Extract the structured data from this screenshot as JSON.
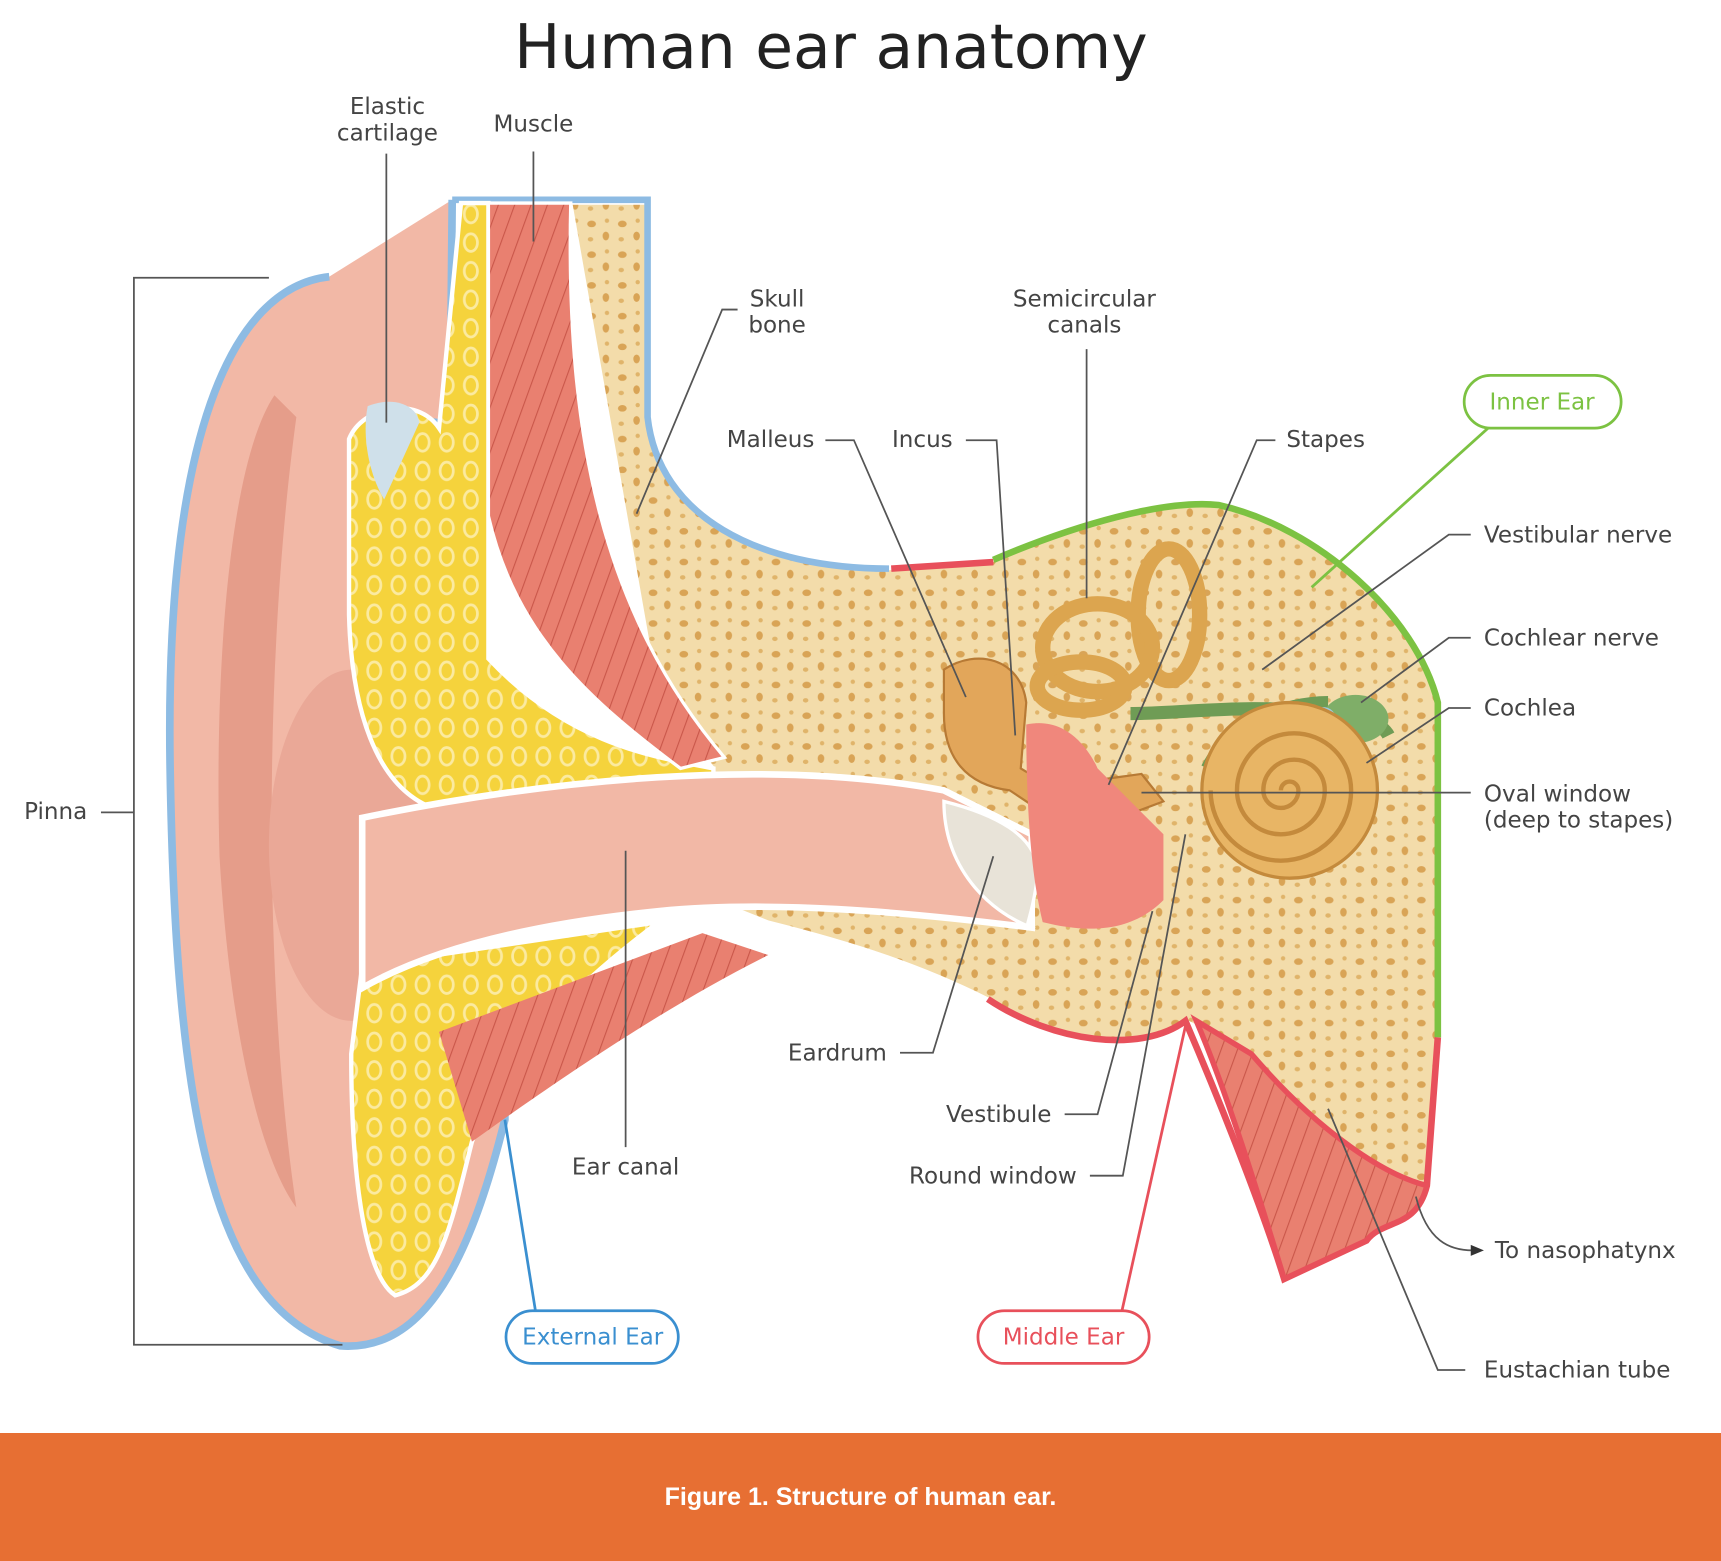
{
  "title": "Human ear anatomy",
  "labels": {
    "elastic_cartilage_1": "Elastic",
    "elastic_cartilage_2": "cartilage",
    "muscle": "Muscle",
    "skull_bone_1": "Skull",
    "skull_bone_2": "bone",
    "semicircular_1": "Semicircular",
    "semicircular_2": "canals",
    "malleus": "Malleus",
    "incus": "Incus",
    "stapes": "Stapes",
    "vestibular_nerve": "Vestibular nerve",
    "cochlear_nerve": "Cochlear nerve",
    "cochlea": "Cochlea",
    "oval_window_1": "Oval window",
    "oval_window_2": "(deep to stapes)",
    "pinna": "Pinna",
    "eardrum": "Eardrum",
    "vestibule": "Vestibule",
    "round_window": "Round window",
    "ear_canal": "Ear canal",
    "to_nasopharynx": "To nasophatynx",
    "eustachian_tube": "Eustachian tube"
  },
  "regions": {
    "inner_ear": "Inner Ear",
    "external_ear": "External Ear",
    "middle_ear": "Middle Ear"
  },
  "region_colors": {
    "inner_ear": "#7cc242",
    "external_ear": "#3a8fd0",
    "middle_ear": "#e8505b"
  },
  "caption": "Figure 1. Structure of human ear."
}
